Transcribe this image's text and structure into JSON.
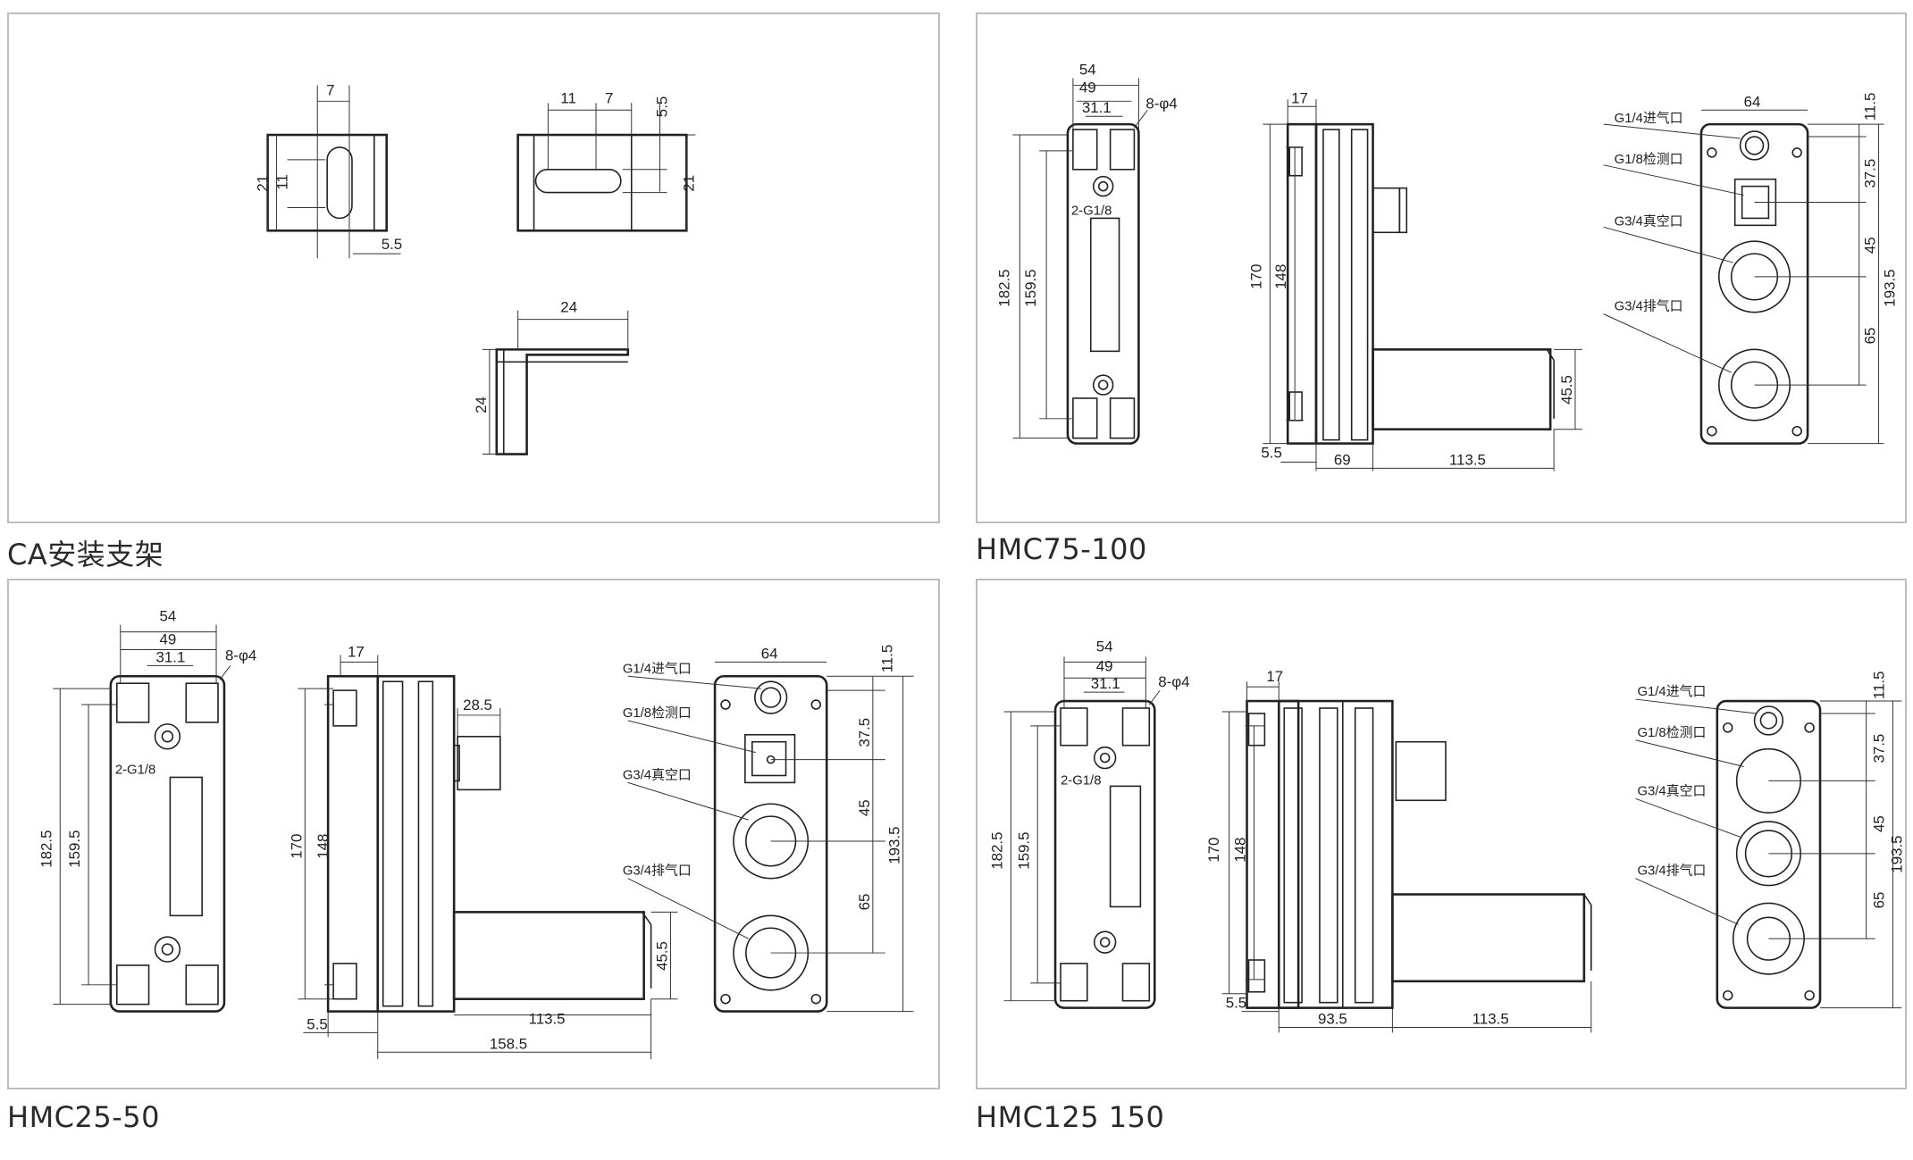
{
  "panels": {
    "ca": {
      "caption": "CA安装支架",
      "dims": {
        "d7a": "7",
        "d11a": "11",
        "d21a": "21",
        "d55a": "5.5",
        "d11b": "11",
        "d7b": "7",
        "d55b": "5.5",
        "d21b": "21",
        "d24a": "24",
        "d24b": "24"
      }
    },
    "hmc75": {
      "caption": "HMC75-100",
      "dims": {
        "w54": "54",
        "w49": "49",
        "w311": "31.1",
        "holes": "8-φ4",
        "g18": "2-G1/8",
        "h1825": "182.5",
        "h1595": "159.5",
        "s17": "17",
        "s170": "170",
        "s148": "148",
        "s55": "5.5",
        "s69": "69",
        "s1135": "113.5",
        "s455": "45.5",
        "f64": "64",
        "f115": "11.5",
        "f375": "37.5",
        "f45": "45",
        "f65": "65",
        "f1935": "193.5"
      },
      "ports": {
        "in": "G1/4进气口",
        "det": "G1/8检测口",
        "vac": "G3/4真空口",
        "exh": "G3/4排气口"
      }
    },
    "hmc25": {
      "caption": "HMC25-50",
      "dims": {
        "w54": "54",
        "w49": "49",
        "w311": "31.1",
        "holes": "8-φ4",
        "g18": "2-G1/8",
        "h1825": "182.5",
        "h1595": "159.5",
        "s17": "17",
        "s285": "28.5",
        "s170": "170",
        "s148": "148",
        "s55": "5.5",
        "s1135": "113.5",
        "s1585": "158.5",
        "s455": "45.5",
        "f64": "64",
        "f115": "11.5",
        "f375": "37.5",
        "f45": "45",
        "f65": "65",
        "f1935": "193.5"
      },
      "ports": {
        "in": "G1/4进气口",
        "det": "G1/8检测口",
        "vac": "G3/4真空口",
        "exh": "G3/4排气口"
      }
    },
    "hmc125": {
      "caption": "HMC125 150",
      "dims": {
        "w54": "54",
        "w49": "49",
        "w311": "31.1",
        "holes": "8-φ4",
        "g18": "2-G1/8",
        "h1825": "182.5",
        "h1595": "159.5",
        "s17": "17",
        "s170": "170",
        "s148": "148",
        "s55": "5.5",
        "s935": "93.5",
        "s1135": "113.5",
        "f115": "11.5",
        "f375": "37.5",
        "f45": "45",
        "f65": "65",
        "f1935": "193.5"
      },
      "ports": {
        "in": "G1/4进气口",
        "det": "G1/8检测口",
        "vac": "G3/4真空口",
        "exh": "G3/4排气口"
      }
    }
  }
}
